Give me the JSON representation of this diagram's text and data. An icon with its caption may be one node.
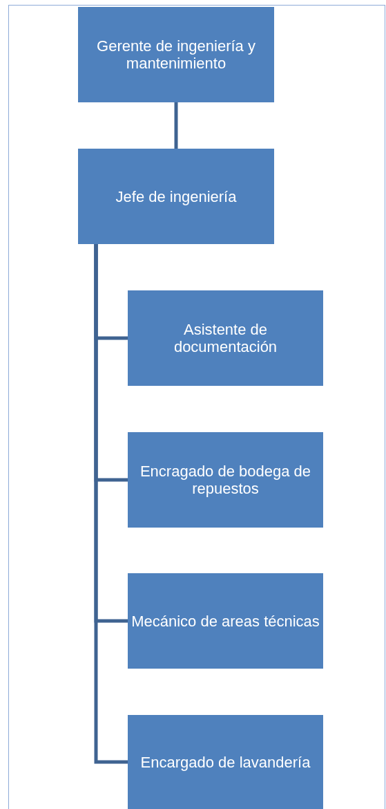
{
  "diagram": {
    "nodes": [
      {
        "text": [
          "Gerente de ingeniería y mantenimiento"
        ]
      },
      {
        "text": [
          "Jefe de ingeniería"
        ]
      },
      {
        "text": [
          "Asistente de documentación"
        ]
      },
      {
        "text": [
          "Encragado de bodega de repuestos"
        ]
      },
      {
        "text": [
          "Mecánico de areas técnicas"
        ]
      },
      {
        "text": [
          "Encargado de lavandería"
        ]
      }
    ],
    "edges": [
      {
        "from": 0,
        "to": 1,
        "arrow": "none"
      },
      {
        "from": 1,
        "to": 2,
        "arrow": "none"
      },
      {
        "from": 1,
        "to": 3,
        "arrow": "none"
      },
      {
        "from": 1,
        "to": 4,
        "arrow": "none"
      },
      {
        "from": 1,
        "to": 5,
        "arrow": "none"
      }
    ]
  }
}
